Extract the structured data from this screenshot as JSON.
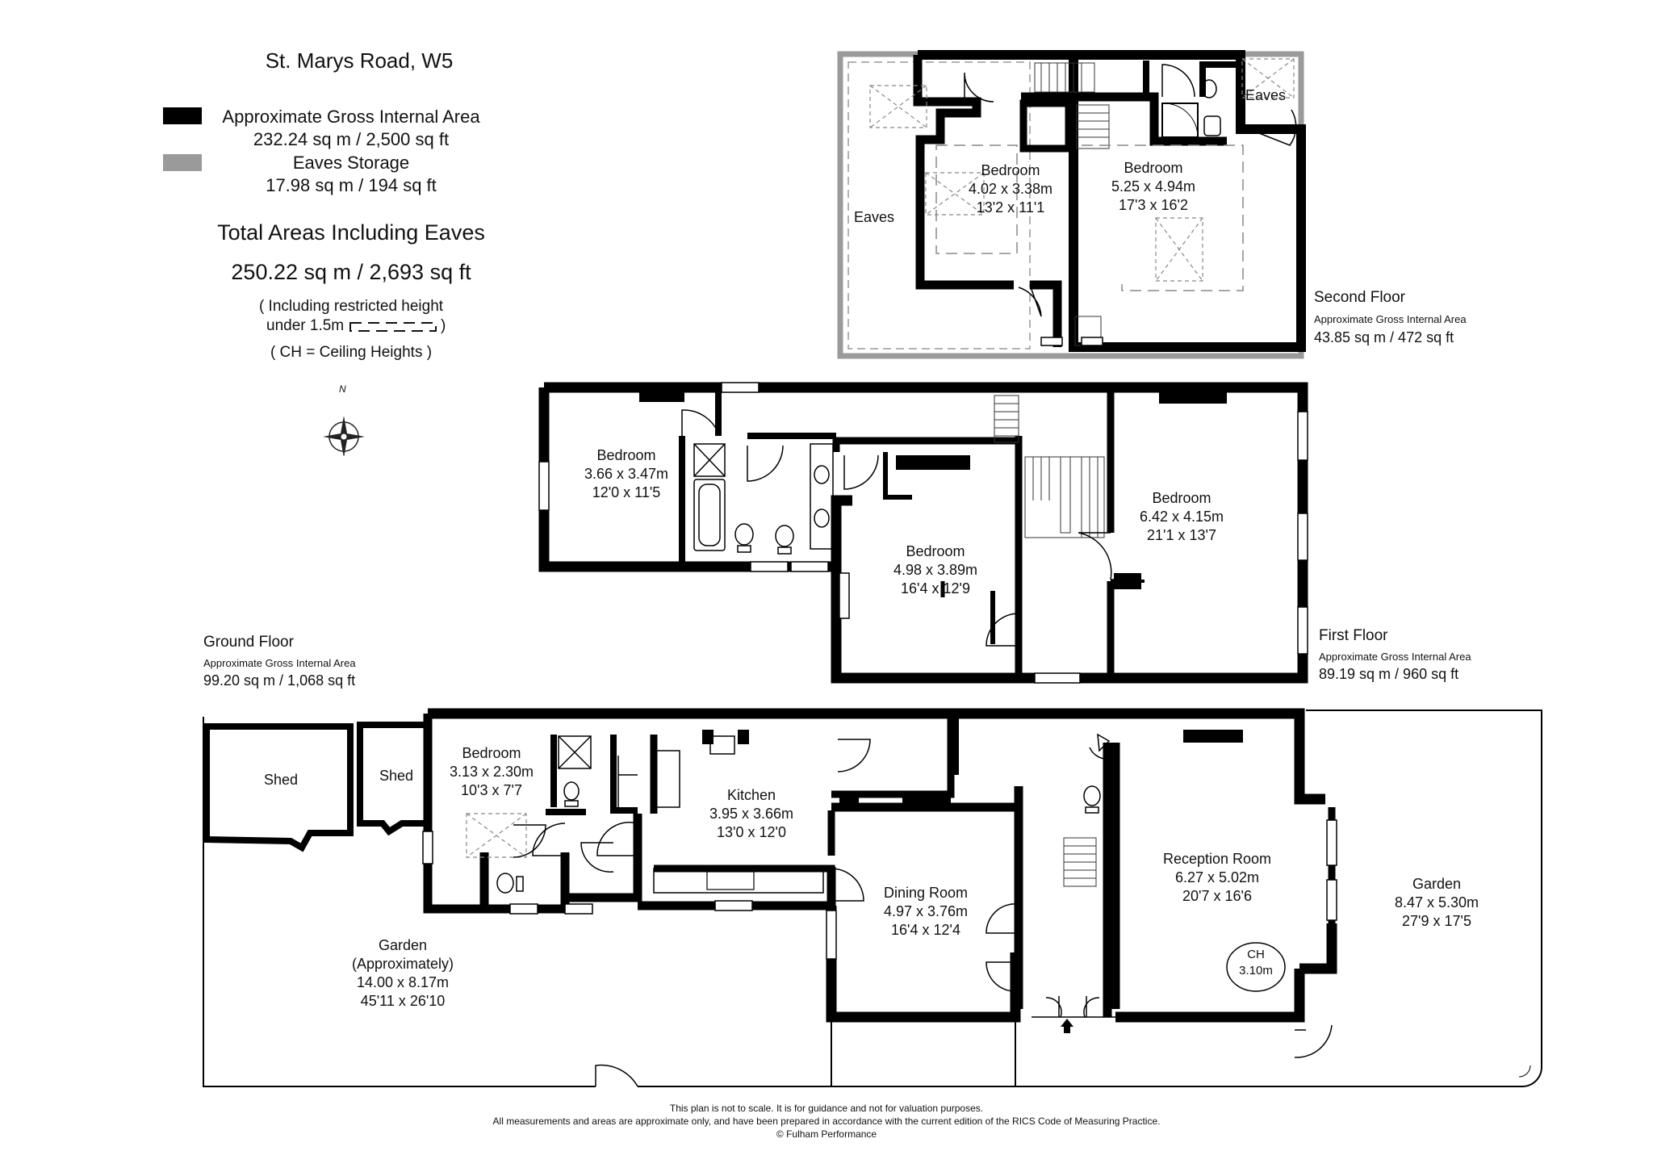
{
  "header": {
    "title": "St. Marys Road, W5",
    "gia_label": "Approximate Gross Internal Area",
    "gia_value": "232.24 sq m  /  2,500 sq ft",
    "eaves_label": "Eaves Storage",
    "eaves_value": "17.98 sq m  /  194 sq ft",
    "total_label": "Total Areas Including Eaves",
    "total_value": "250.22 sq m  /  2,693 sq ft",
    "restricted_line1": "( Including restricted height",
    "restricted_line2": "under 1.5m",
    "restricted_close": ")",
    "ch_note": "( CH = Ceiling Heights )",
    "colors": {
      "gia": "#000000",
      "eaves": "#9a9a9a"
    }
  },
  "compass": {
    "label": "N"
  },
  "floors": {
    "second": {
      "name": "Second Floor",
      "sub": "Approximate Gross Internal Area",
      "area": "43.85 sq m  /  472 sq ft"
    },
    "first": {
      "name": "First Floor",
      "sub": "Approximate Gross Internal Area",
      "area": "89.19 sq m  /  960 sq ft"
    },
    "ground": {
      "name": "Ground Floor",
      "sub": "Approximate Gross Internal Area",
      "area": "99.20 sq m  /  1,068 sq ft"
    }
  },
  "rooms": {
    "second_eaves_left": {
      "name": "Eaves"
    },
    "second_eaves_right": {
      "name": "Eaves"
    },
    "second_bed1": {
      "name": "Bedroom",
      "metric": "4.02 x 3.38m",
      "imperial": "13'2 x 11'1"
    },
    "second_bed2": {
      "name": "Bedroom",
      "metric": "5.25 x 4.94m",
      "imperial": "17'3 x 16'2"
    },
    "first_bed1": {
      "name": "Bedroom",
      "metric": "3.66 x 3.47m",
      "imperial": "12'0 x 11'5"
    },
    "first_bed2": {
      "name": "Bedroom",
      "metric": "4.98 x 3.89m",
      "imperial": "16'4 x 12'9"
    },
    "first_bed3": {
      "name": "Bedroom",
      "metric": "6.42 x 4.15m",
      "imperial": "21'1 x 13'7"
    },
    "ground_shed1": {
      "name": "Shed"
    },
    "ground_shed2": {
      "name": "Shed"
    },
    "ground_bed": {
      "name": "Bedroom",
      "metric": "3.13 x 2.30m",
      "imperial": "10'3 x 7'7"
    },
    "ground_kitchen": {
      "name": "Kitchen",
      "metric": "3.95 x 3.66m",
      "imperial": "13'0 x 12'0"
    },
    "ground_dining": {
      "name": "Dining Room",
      "metric": "4.97 x 3.76m",
      "imperial": "16'4 x 12'4"
    },
    "ground_reception": {
      "name": "Reception Room",
      "metric": "6.27 x 5.02m",
      "imperial": "20'7 x 16'6"
    },
    "ground_garden_rear": {
      "name": "Garden",
      "note": "(Approximately)",
      "metric": "14.00 x 8.17m",
      "imperial": "45'11 x 26'10"
    },
    "ground_garden_front": {
      "name": "Garden",
      "metric": "8.47 x 5.30m",
      "imperial": "27'9 x 17'5"
    }
  },
  "ceiling": {
    "label": "CH",
    "value": "3.10m"
  },
  "footer": {
    "line1": "This plan is not to scale. It is for guidance and not for valuation purposes.",
    "line2": "All measurements and areas are approximate only, and have been prepared in accordance with the current edition of the RICS Code of Measuring Practice.",
    "line3": "© Fulham Performance"
  }
}
